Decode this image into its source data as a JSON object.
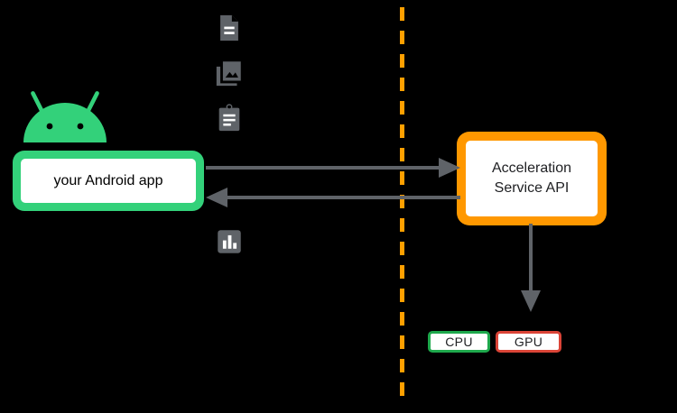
{
  "diagram": {
    "title": "Acceleration Service API architecture",
    "background_color": "#000000",
    "client_side": {
      "robot": {
        "icon": "android-robot-icon",
        "color": "#33d17a"
      },
      "app_box": {
        "label": "your Android app",
        "border_color": "#33d17a",
        "fill_color": "#ffffff"
      },
      "data_icons": [
        {
          "name": "document-icon",
          "label": "document"
        },
        {
          "name": "image-icon",
          "label": "image"
        },
        {
          "name": "clipboard-icon",
          "label": "clipboard"
        },
        {
          "name": "chart-icon",
          "label": "chart"
        }
      ]
    },
    "divider": {
      "style": "dashed",
      "orientation": "vertical",
      "color": "#ffa000"
    },
    "service_side": {
      "api_box": {
        "line1": "Acceleration",
        "line2": "Service API",
        "border_color": "#ff9800",
        "fill_color": "#ffffff"
      },
      "accelerators": [
        {
          "label": "CPU",
          "border_color": "#1ea84c"
        },
        {
          "label": "GPU",
          "border_color": "#db4437"
        }
      ]
    },
    "arrows": [
      {
        "name": "request-arrow",
        "direction": "right",
        "color": "#5f6368"
      },
      {
        "name": "response-arrow",
        "direction": "left",
        "color": "#5f6368"
      },
      {
        "name": "delegate-arrow",
        "direction": "down",
        "color": "#5f6368"
      }
    ]
  }
}
